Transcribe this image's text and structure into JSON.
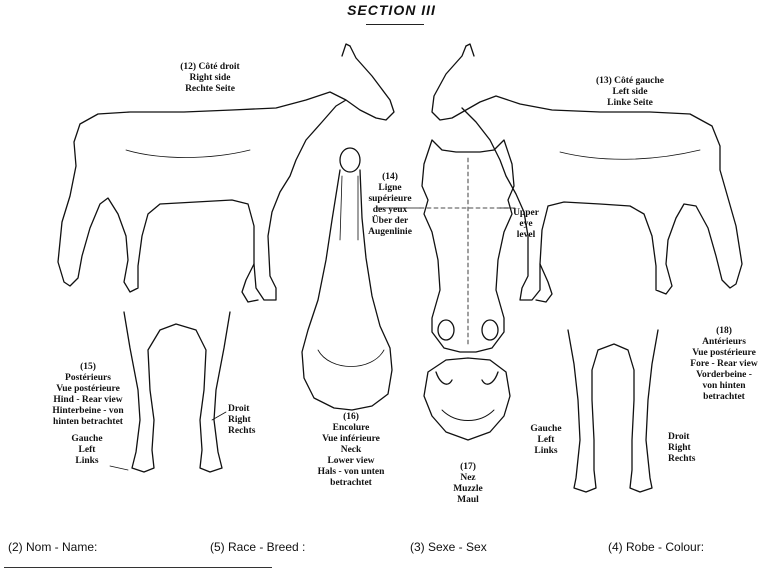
{
  "title": "SECTION III",
  "labels": {
    "l12": [
      "(12) Côté droit",
      "Right side",
      "Rechte Seite"
    ],
    "l13": [
      "(13) Côté gauche",
      "Left side",
      "Linke Seite"
    ],
    "l14": [
      "(14)",
      "Ligne",
      "supérieure",
      "des yeux",
      "Über der",
      "Augenlinie"
    ],
    "upper_eye": [
      "Upper",
      "eye",
      "level"
    ],
    "l15": [
      "(15)",
      "Postérieurs",
      "Vue postérieure",
      "Hind - Rear view",
      "Hinterbeine - von",
      "hinten betrachtet"
    ],
    "l15_left": [
      "Gauche",
      "Left",
      "Links"
    ],
    "l15_right": [
      "Droit",
      "Right",
      "Rechts"
    ],
    "l16": [
      "(16)",
      "Encolure",
      "Vue inférieure",
      "Neck",
      "Lower view",
      "Hals - von unten",
      "betrachtet"
    ],
    "l17": [
      "(17)",
      "Nez",
      "Muzzle",
      "Maul"
    ],
    "l18": [
      "(18)",
      "Antérieurs",
      "Vue postérieure",
      "Fore - Rear view",
      "Vorderbeine -",
      "von hinten",
      "betrachtet"
    ],
    "l18_left": [
      "Gauche",
      "Left",
      "Links"
    ],
    "l18_right": [
      "Droit",
      "Right",
      "Rechts"
    ]
  },
  "fields": {
    "name": "(2) Nom - Name:",
    "breed": "(5) Race - Breed :",
    "sex": "(3) Sexe - Sex",
    "colour": "(4) Robe - Colour:"
  }
}
